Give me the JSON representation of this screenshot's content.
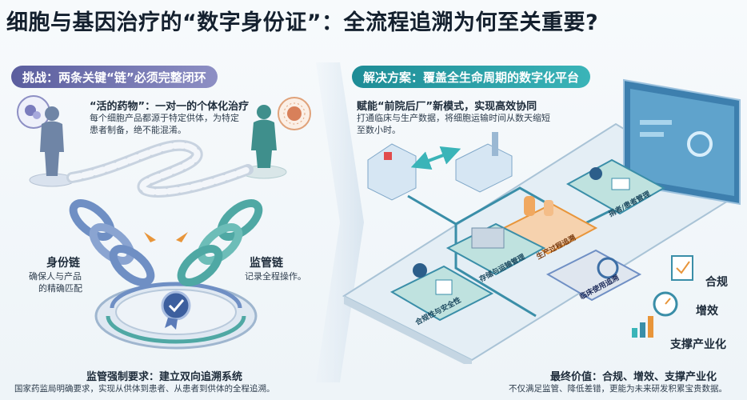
{
  "title": "细胞与基因治疗的“数字身份证”：全流程追溯为何至关重要?",
  "left": {
    "pill": "挑战：两条关键“链”必须完整闭环",
    "living_drug_title": "“活的药物”：一对一的个体化治疗",
    "living_drug_desc_1": "每个细胞产品都源于特定供体，为特定",
    "living_drug_desc_2": "患者制备，绝不能混淆。",
    "identity_chain_title": "身份链",
    "identity_chain_desc_1": "确保人与产品",
    "identity_chain_desc_2": "的精确匹配",
    "supervision_chain_title": "监管链",
    "supervision_chain_desc": "记录全程操作。",
    "mandate_title": "监管强制要求：建立双向追溯系统",
    "mandate_desc": "国家药监局明确要求，实现从供体到患者、从患者到供体的全程追溯。"
  },
  "right": {
    "pill": "解决方案：覆盖全生命周期的数字化平台",
    "empower_title": "赋能“前院后厂”新模式，实现高效协同",
    "empower_desc_1": "打通临床与生产数据，将细胞运输时间从数天缩短",
    "empower_desc_2": "至数小时。",
    "modules": {
      "donor": "捐者/患者管理",
      "production": "生产过程追溯",
      "storage": "存储与运输管理",
      "clinical": "临床使用追溯",
      "compliance": "合规性与安全性"
    },
    "benefits": {
      "compliance": "合规",
      "efficiency": "增效",
      "industrialization": "支撑产业化"
    },
    "final_title": "最终价值：合规、增效、支撑产业化",
    "final_desc": "不仅满足监管、降低差错，更能为未来研发积累宝贵数据。"
  },
  "colors": {
    "left_accent": "#5b5e9e",
    "right_accent": "#1e8c96",
    "chain_blue": "#6f8fc4",
    "chain_teal": "#4fa8a4",
    "platform": "#3a8ea8",
    "orange": "#e8953a"
  }
}
